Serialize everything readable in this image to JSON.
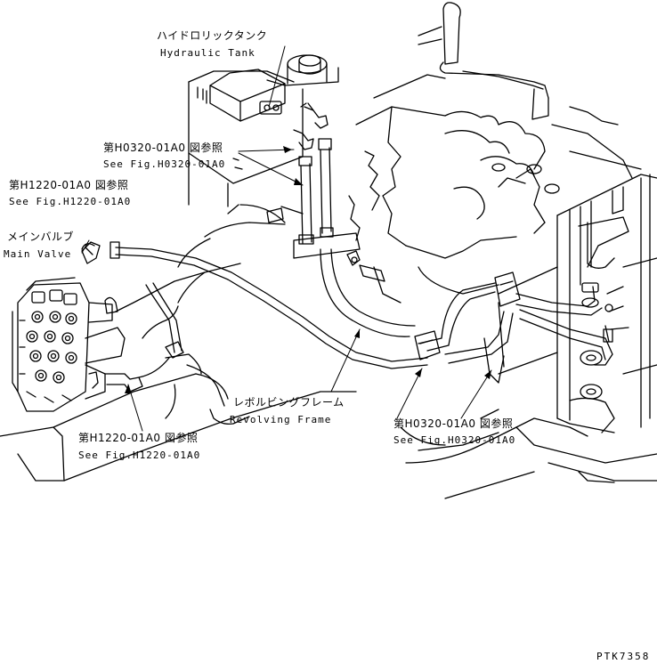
{
  "labels": {
    "hydraulic_tank_jp": "ハイドロリックタンク",
    "hydraulic_tank_en": "Hydraulic Tank",
    "ref_h0320_top_jp": "第H0320-01A0 図参照",
    "ref_h0320_top_en": "See Fig.H0320-01A0",
    "ref_h1220_top_jp": "第H1220-01A0 図参照",
    "ref_h1220_top_en": "See Fig.H1220-01A0",
    "main_valve_jp": "メインバルブ",
    "main_valve_en": "Main Valve",
    "revolving_frame_jp": "レボルビングフレーム",
    "revolving_frame_en": "Revolving Frame",
    "ref_h0320_right_jp": "第H0320-01A0 図参照",
    "ref_h0320_right_en": "See Fig.H0320-01A0",
    "ref_h1220_bottom_jp": "第H1220-01A0 図参照",
    "ref_h1220_bottom_en": "See Fig.H1220-01A0",
    "drawing_code": "PTK7358"
  }
}
